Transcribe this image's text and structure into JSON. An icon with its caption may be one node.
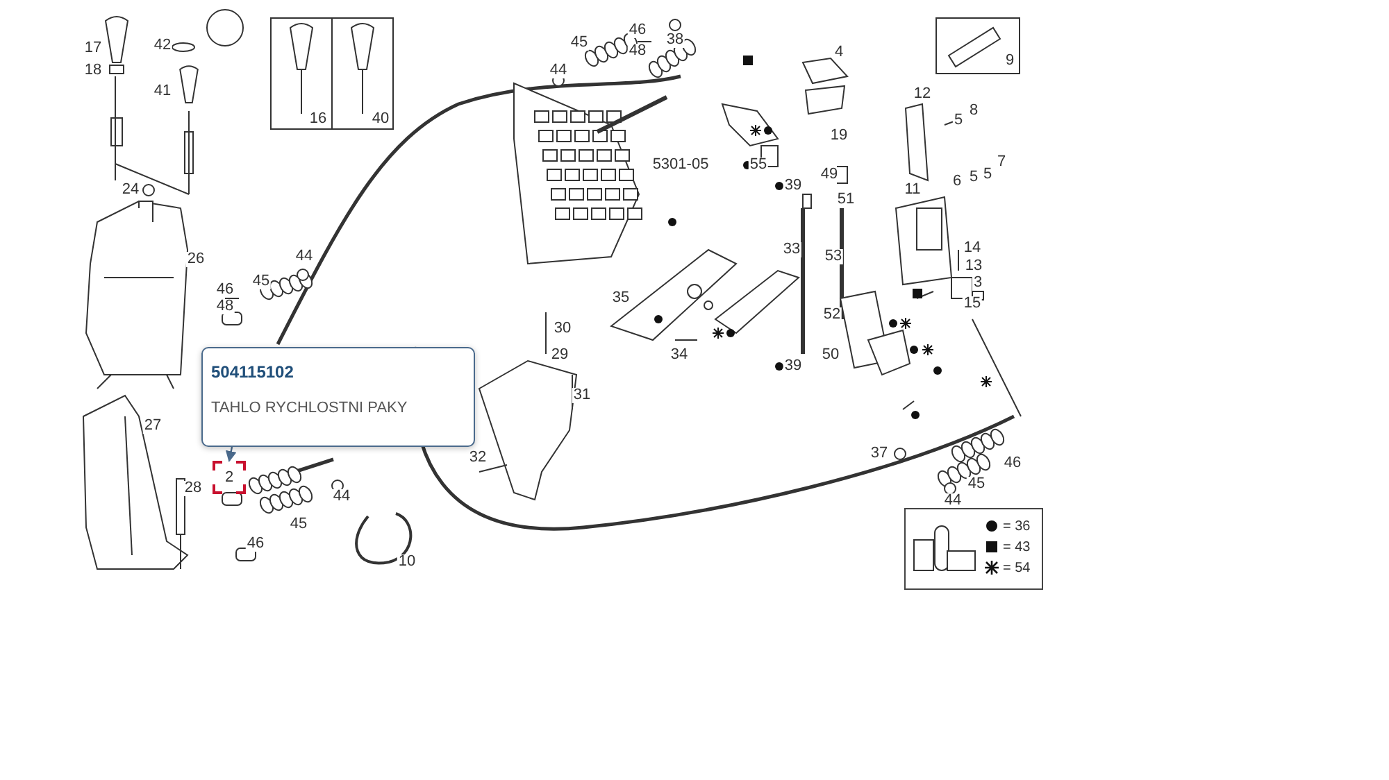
{
  "diagram": {
    "nodes": [
      {
        "text": [
          "504115102",
          "TAHLO RYCHLOSTNI PAKY"
        ]
      },
      {
        "text": [
          "2"
        ]
      }
    ],
    "edges": [
      {
        "from": 0,
        "to": 1,
        "arrow": "to"
      }
    ],
    "labels": [
      "46",
      "48",
      "38",
      "45",
      "17",
      "42",
      "4",
      "9",
      "44",
      "18",
      "41",
      "12",
      "8",
      "5",
      "16",
      "40",
      "19",
      "7",
      "5301-05",
      "55",
      "49",
      "5",
      "5",
      "6",
      "11",
      "39",
      "24",
      "51",
      "14",
      "33",
      "53",
      "44",
      "26",
      "13",
      "45",
      "3",
      "46",
      "35",
      "15",
      "48",
      "52",
      "30",
      "34",
      "29",
      "50",
      "39",
      "31",
      "27",
      "37",
      "32",
      "46",
      "45",
      "28",
      "44",
      "44",
      "45",
      "46",
      "10"
    ],
    "legend": [
      {
        "text": "= 36"
      },
      {
        "text": "= 43"
      },
      {
        "text": "= 54"
      }
    ]
  }
}
